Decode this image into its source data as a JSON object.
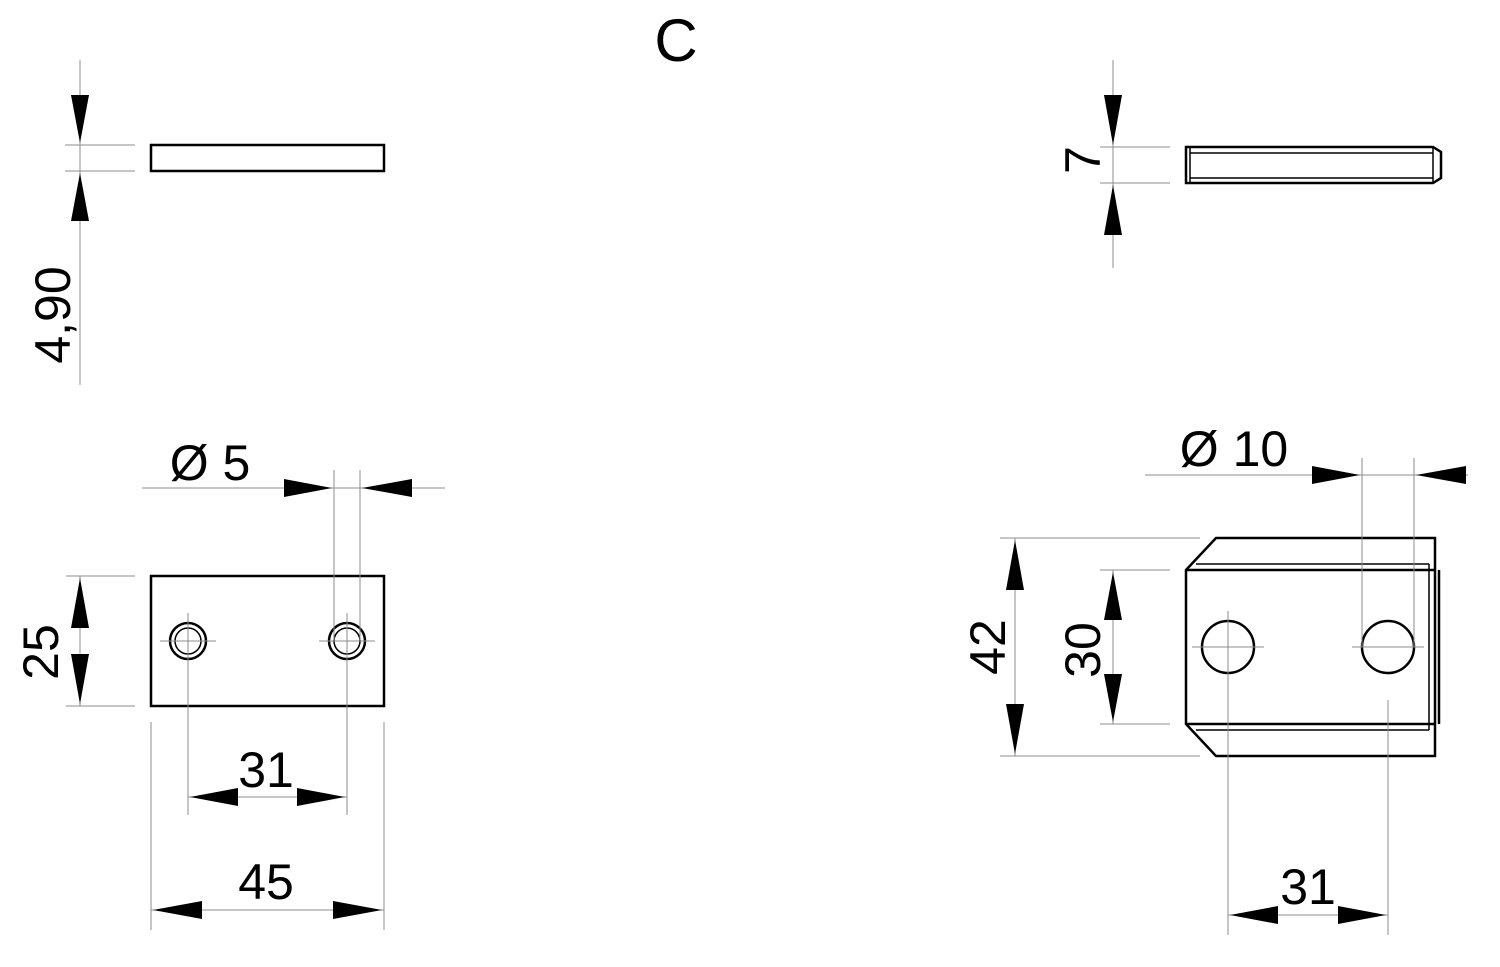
{
  "drawing": {
    "title": "C",
    "dimensions": {
      "left_thickness": "4,90",
      "right_thickness": "7",
      "left_hole_diameter": "Ø  5",
      "right_hole_diameter": "Ø 10",
      "left_height": "25",
      "left_hole_spacing": "31",
      "left_width": "45",
      "right_outer_height": "42",
      "right_inner_height": "30",
      "right_hole_spacing": "31"
    }
  }
}
